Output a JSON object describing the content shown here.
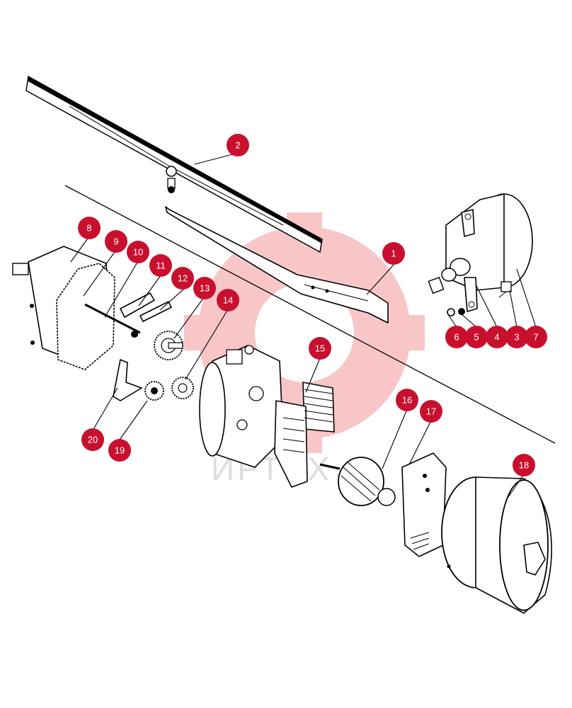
{
  "diagram": {
    "callouts": [
      "1",
      "2",
      "3",
      "4",
      "5",
      "6",
      "7",
      "8",
      "9",
      "10",
      "11",
      "12",
      "13",
      "14",
      "15",
      "16",
      "17",
      "18",
      "19",
      "20"
    ],
    "callout_color": "#c8102e",
    "watermark_text": "ИРТЕХ"
  }
}
